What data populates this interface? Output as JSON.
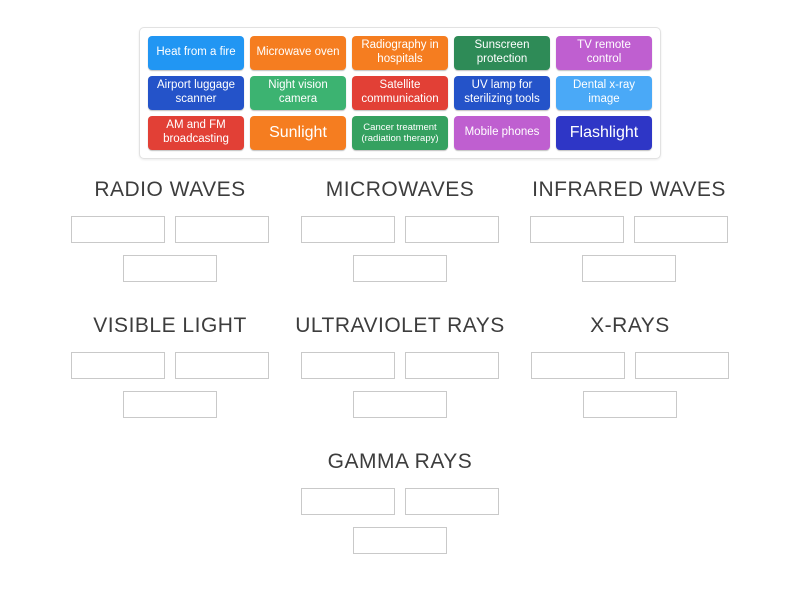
{
  "tray": {
    "tiles": [
      {
        "label": "Heat from a fire",
        "color": "#2196f3"
      },
      {
        "label": "Microwave oven",
        "color": "#f57d20"
      },
      {
        "label": "Radiography in hospitals",
        "color": "#f57d20"
      },
      {
        "label": "Sunscreen protection",
        "color": "#2e8b57"
      },
      {
        "label": "TV remote control",
        "color": "#bf5fd0"
      },
      {
        "label": "Airport luggage scanner",
        "color": "#2453c9"
      },
      {
        "label": "Night vision camera",
        "color": "#3cb371"
      },
      {
        "label": "Satellite communication",
        "color": "#e24036"
      },
      {
        "label": "UV lamp for sterilizing tools",
        "color": "#2453c9"
      },
      {
        "label": "Dental x-ray image",
        "color": "#4aa9f7"
      },
      {
        "label": "AM and FM broadcasting",
        "color": "#e24036"
      },
      {
        "label": "Sunlight",
        "color": "#f57d20"
      },
      {
        "label": "Cancer treatment (radiation therapy)",
        "color": "#35a160"
      },
      {
        "label": "Mobile phones",
        "color": "#bf5fd0"
      },
      {
        "label": "Flashlight",
        "color": "#2e36c6"
      }
    ]
  },
  "groups": [
    {
      "title": "RADIO WAVES"
    },
    {
      "title": "MICROWAVES"
    },
    {
      "title": "INFRARED WAVES"
    },
    {
      "title": "VISIBLE LIGHT"
    },
    {
      "title": "ULTRAVIOLET RAYS"
    },
    {
      "title": "X-RAYS"
    },
    {
      "title": "GAMMA RAYS"
    }
  ]
}
